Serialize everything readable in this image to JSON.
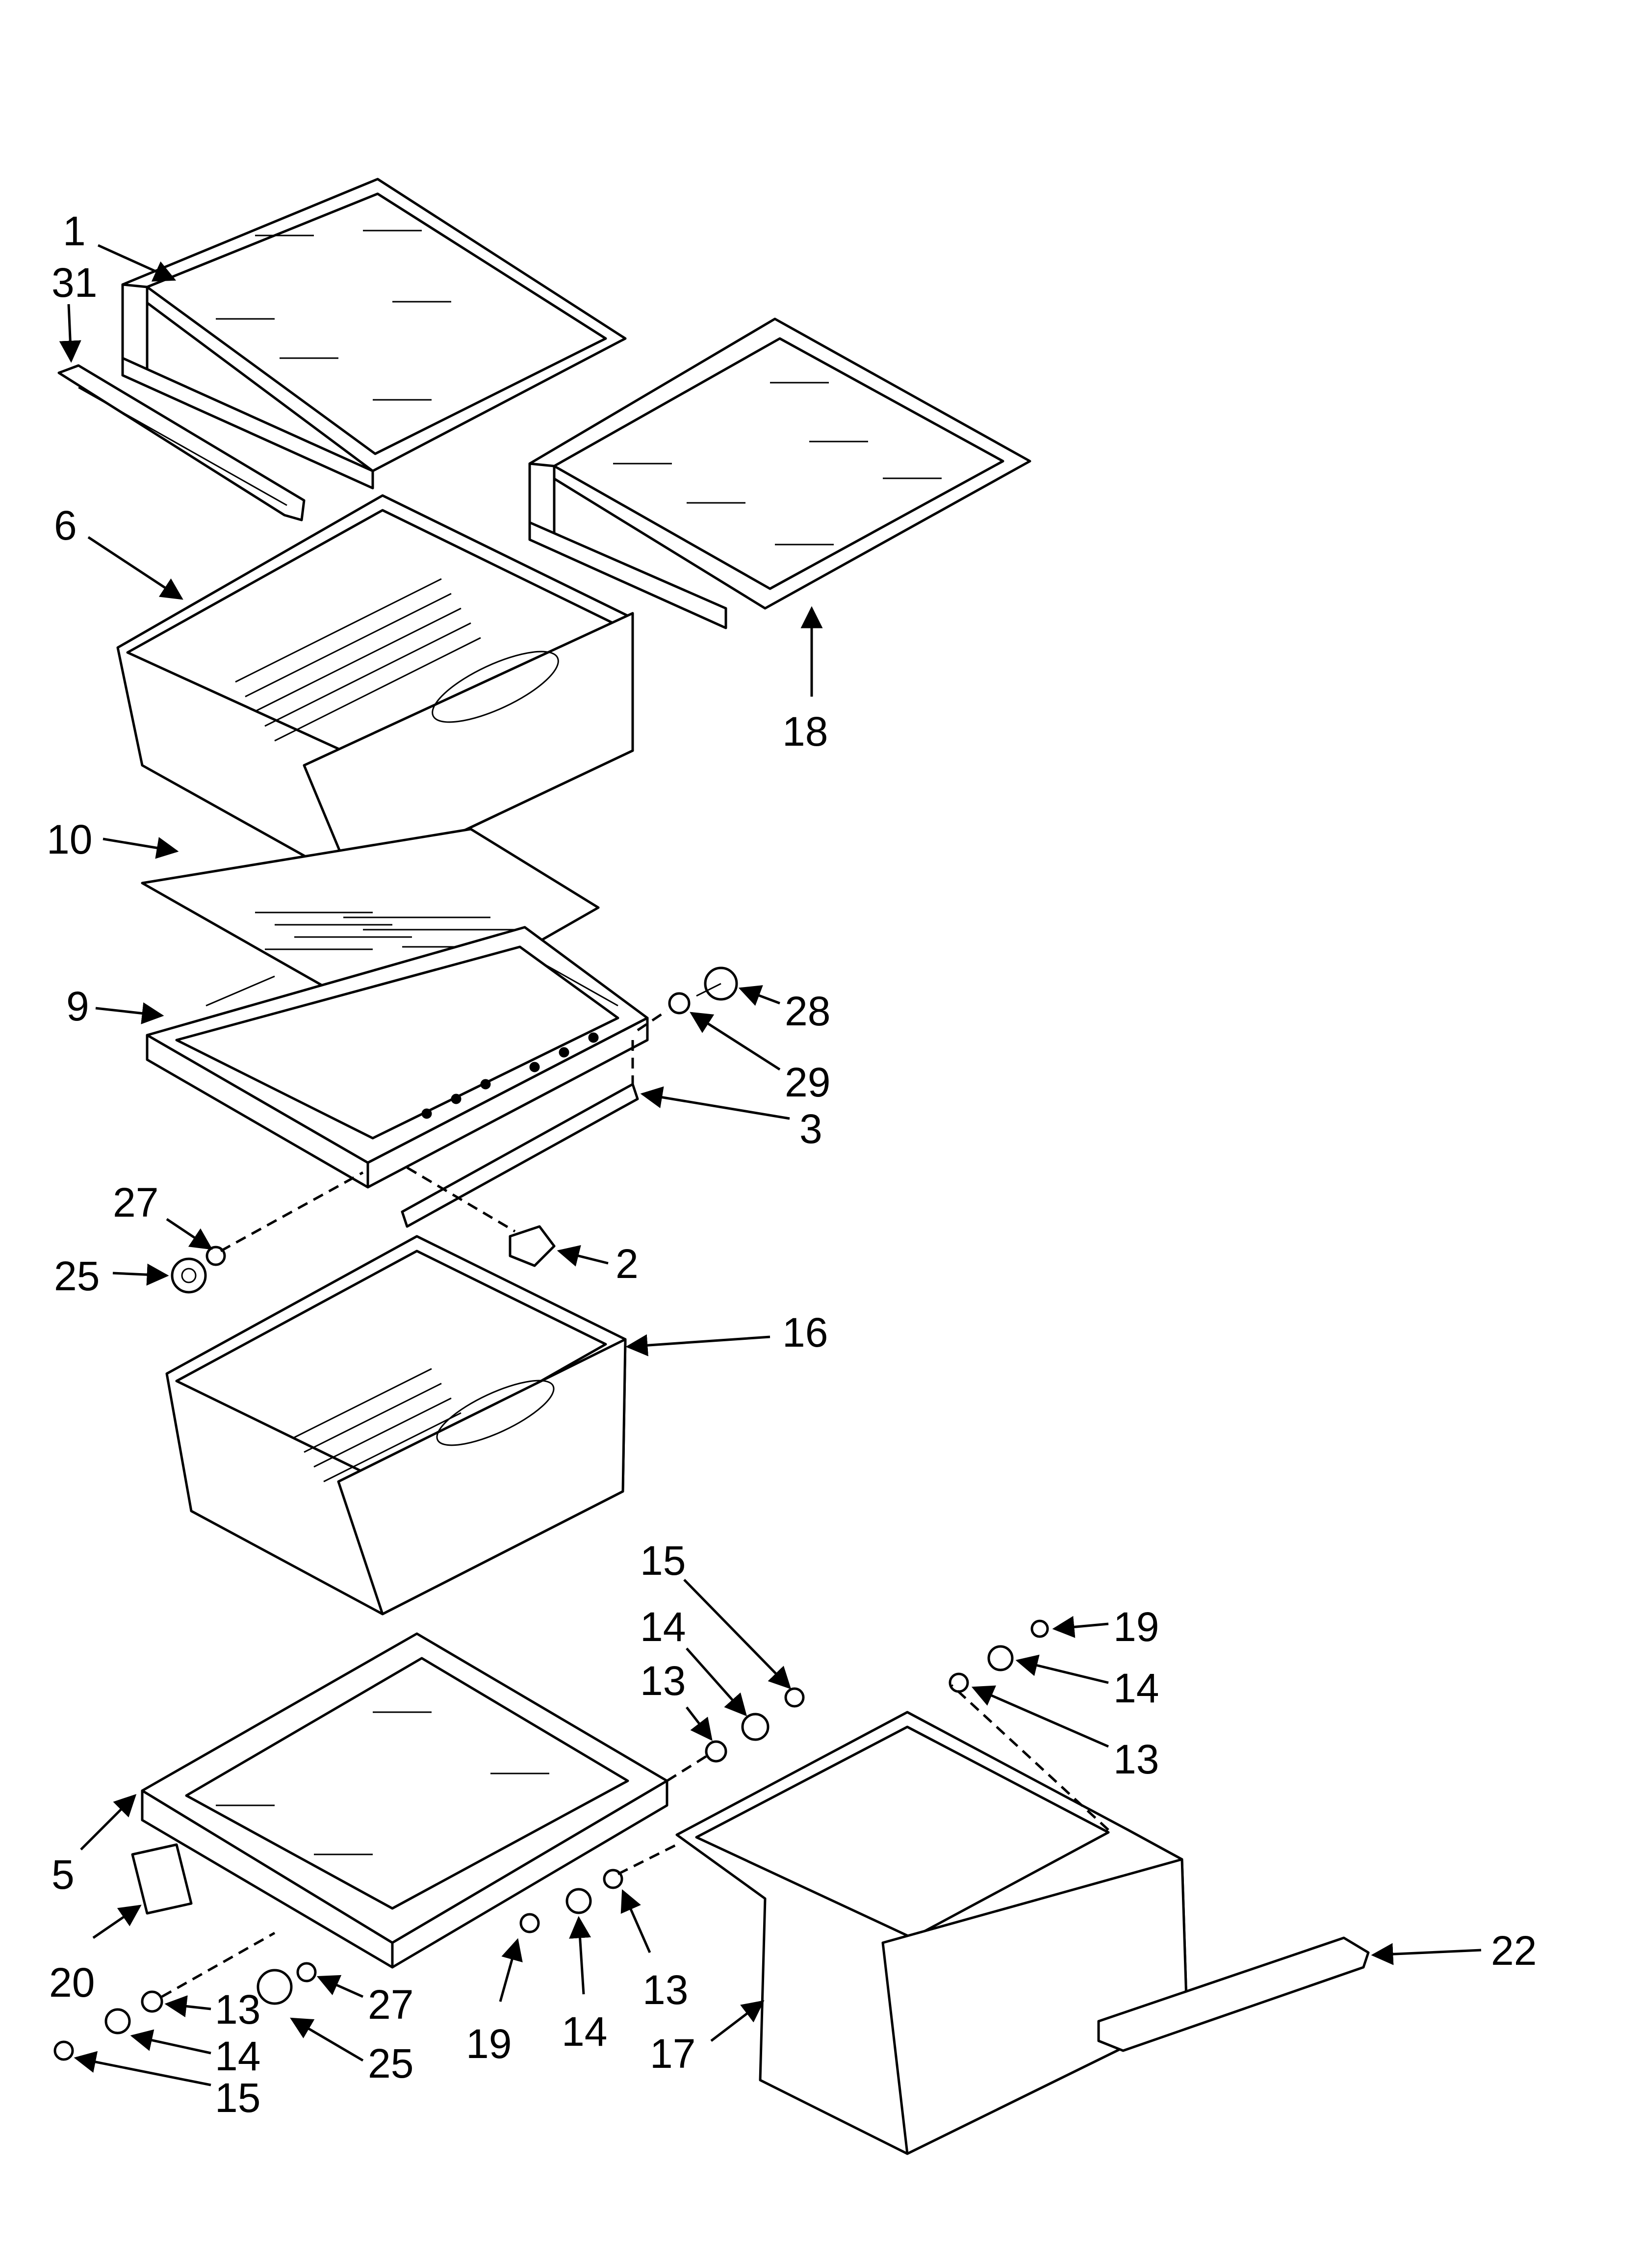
{
  "diagram": {
    "callouts": [
      "1",
      "31",
      "6",
      "18",
      "10",
      "9",
      "28",
      "29",
      "3",
      "27",
      "25",
      "2",
      "16",
      "15",
      "14",
      "13",
      "19",
      "14",
      "13",
      "5",
      "20",
      "13",
      "27",
      "14",
      "25",
      "15",
      "19",
      "14",
      "13",
      "17",
      "22"
    ],
    "colors": {
      "line": "#000000",
      "background": "#ffffff"
    }
  }
}
